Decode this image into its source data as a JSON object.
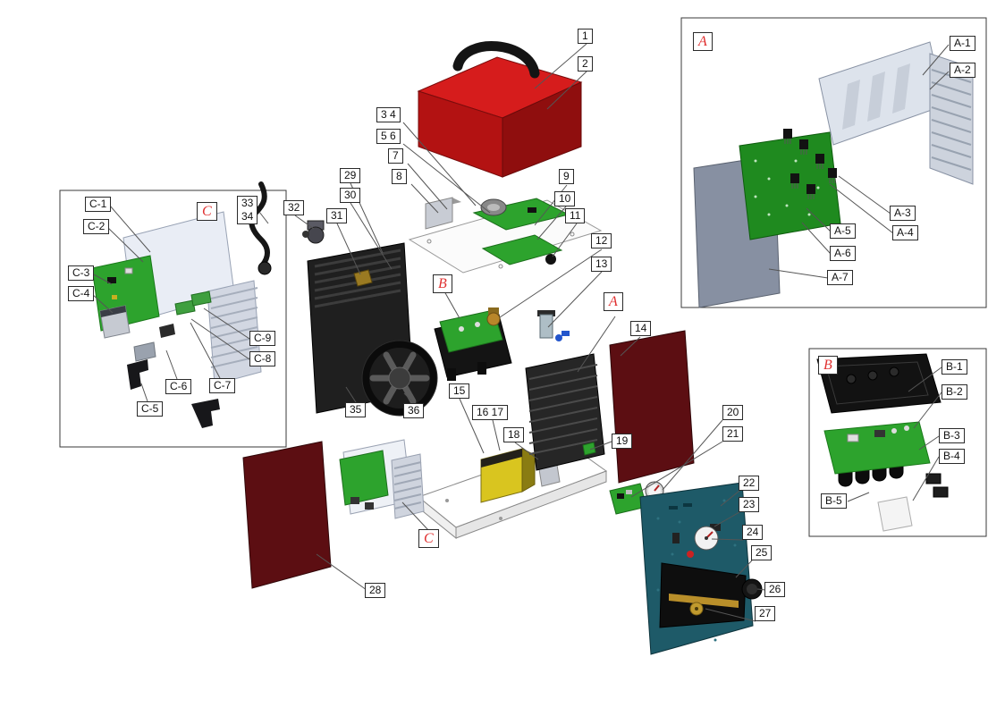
{
  "diagram": {
    "type": "exploded-parts-diagram",
    "background": "#ffffff"
  },
  "colors": {
    "cover_red": "#c41616",
    "side_panel_maroon": "#5c0e12",
    "pcb_green": "#2da32d",
    "pcb_dark_green": "#1f8a1f",
    "chassis_gray": "#dde3ec",
    "plastic_black": "#161616",
    "transformer_yellow": "#d9c51f",
    "front_panel_teal": "#1e5a68",
    "brass": "#b8862a",
    "callout_text": "#111111",
    "section_letter_red": "#e03030",
    "leader_line": "#555555"
  },
  "callouts": {
    "c1": "1",
    "c2": "2",
    "c3_4": "3 4",
    "c5_6": "5 6",
    "c7": "7",
    "c8": "8",
    "c9": "9",
    "c10": "10",
    "c11": "11",
    "c12": "12",
    "c13": "13",
    "c14": "14",
    "c15": "15",
    "c16_17": "16 17",
    "c18": "18",
    "c19": "19",
    "c20": "20",
    "c21": "21",
    "c22": "22",
    "c23": "23",
    "c24": "24",
    "c25": "25",
    "c26": "26",
    "c27": "27",
    "c28": "28",
    "c29": "29",
    "c30": "30",
    "c31": "31",
    "c32": "32",
    "c33": "33",
    "c34": "34",
    "c35": "35",
    "c36": "36"
  },
  "section_letters": {
    "boxA": "A",
    "boxB": "B",
    "boxC": "C",
    "mainA": "A",
    "mainB": "B",
    "mainC": "C"
  },
  "sub_labels": {
    "a": {
      "a1": "A-1",
      "a2": "A-2",
      "a3": "A-3",
      "a4": "A-4",
      "a5": "A-5",
      "a6": "A-6",
      "a7": "A-7"
    },
    "b": {
      "b1": "B-1",
      "b2": "B-2",
      "b3": "B-3",
      "b4": "B-4",
      "b5": "B-5"
    },
    "c": {
      "c1": "C-1",
      "c2": "C-2",
      "c3": "C-3",
      "c4": "C-4",
      "c5": "C-5",
      "c6": "C-6",
      "c7": "C-7",
      "c8": "C-8",
      "c9": "C-9"
    }
  }
}
